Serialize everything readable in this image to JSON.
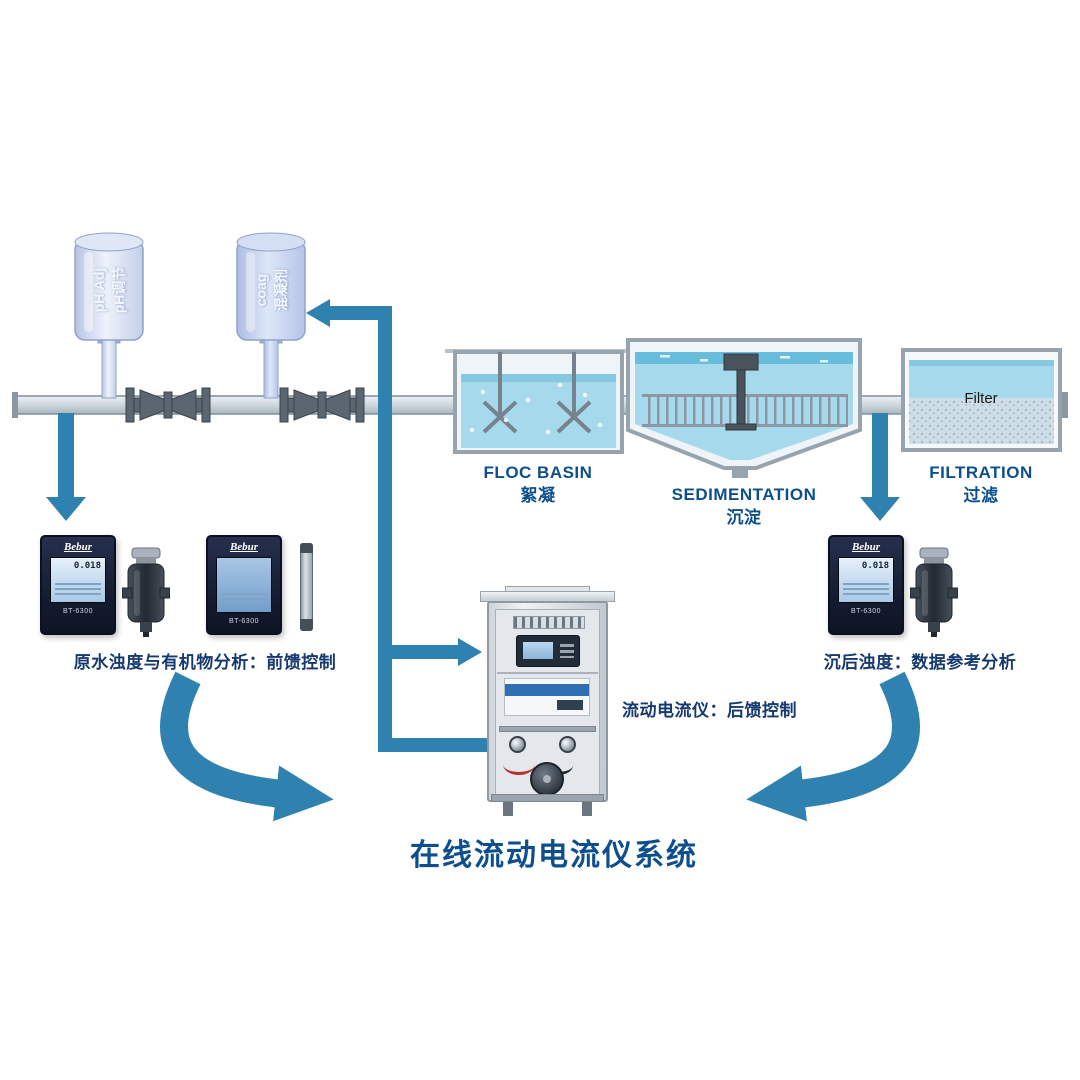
{
  "title": "在线流动电流仪系统",
  "dosing": {
    "ph_tank": {
      "en": "pH Adj",
      "zh": "pH调节"
    },
    "coag_tank": {
      "en": "coag",
      "zh": "混凝剂"
    }
  },
  "stages": {
    "floc": {
      "en": "FLOC BASIN",
      "zh": "絮凝"
    },
    "sed": {
      "en": "SEDIMENTATION",
      "zh": "沉淀"
    },
    "filt": {
      "en": "FILTRATION",
      "zh": "过滤"
    },
    "filter_media": "Filter"
  },
  "captions": {
    "left": "原水浊度与有机物分析：前馈控制",
    "center": "流动电流仪：后馈控制",
    "right": "沉后浊度：数据参考分析"
  },
  "devices": {
    "brand": "Bebur",
    "model": "BT-6300",
    "reading": "0.018"
  },
  "colors": {
    "arrow_blue": "#2f81b0",
    "label_blue": "#0d4f8d",
    "caption_navy": "#16396f",
    "water_blue": "#a7d9ec",
    "tank_lavender": "#c6d1ec"
  }
}
